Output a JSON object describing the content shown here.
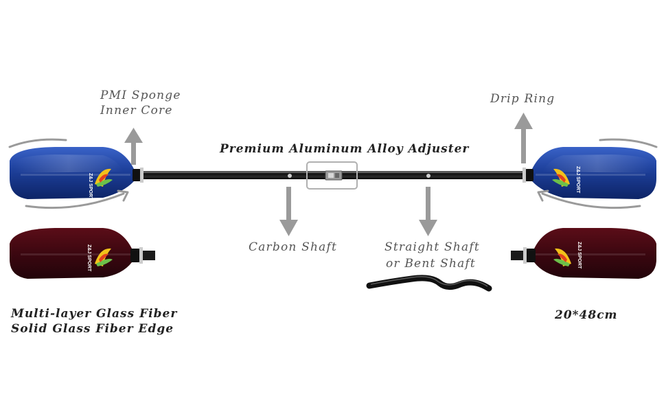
{
  "labels": {
    "pmi_sponge_line1": "PMI Sponge",
    "pmi_sponge_line2": "Inner Core",
    "drip_ring": "Drip Ring",
    "adjuster": "Premium Aluminum Alloy Adjuster",
    "carbon_shaft": "Carbon Shaft",
    "straight_shaft_line1": "Straight Shaft",
    "straight_shaft_line2": "or Bent Shaft",
    "material_line1": "Multi-layer Glass Fiber",
    "material_line2": "Solid Glass Fiber Edge",
    "blade_size": "20*48cm"
  },
  "blade_branding": "Z&J SPORT",
  "colors": {
    "blue_blade": "#1c3f9e",
    "red_blade": "#4a0a12",
    "arrow": "#9a9a9a",
    "shaft": "#1b1b1b"
  }
}
